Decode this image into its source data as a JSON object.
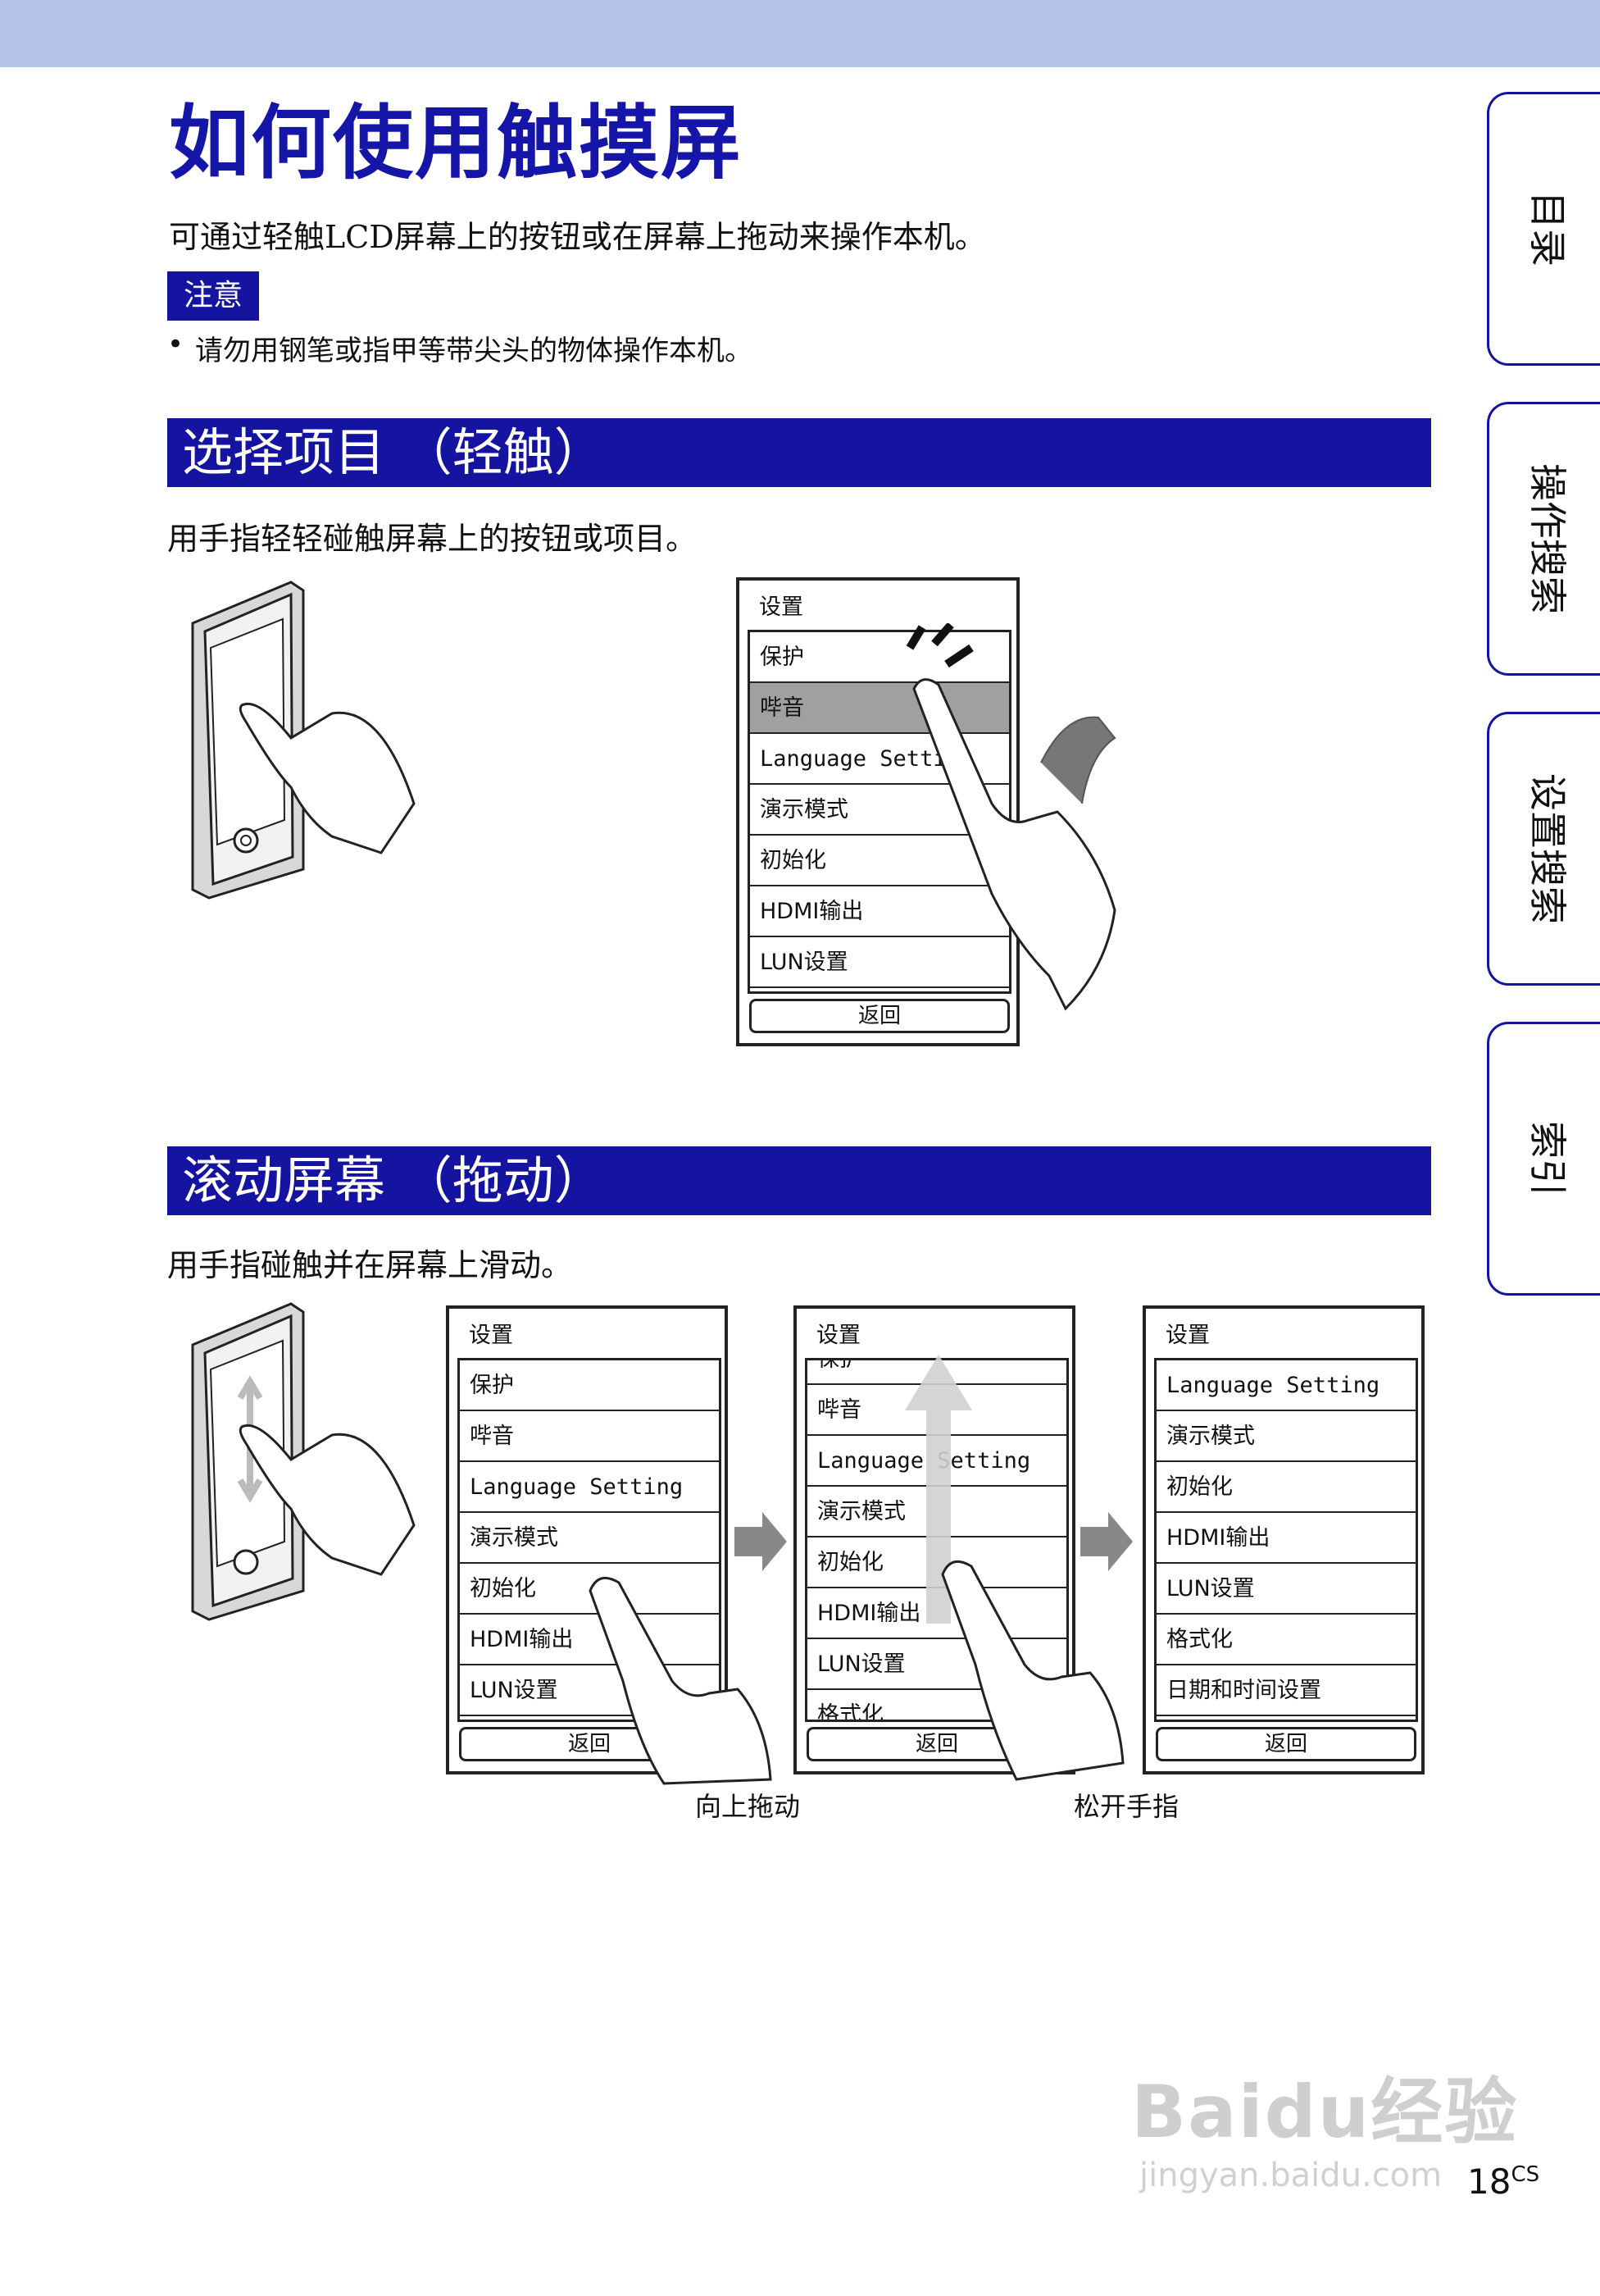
{
  "header": {
    "title": "如何使用触摸屏"
  },
  "intro": "可通过轻触LCD屏幕上的按钮或在屏幕上拖动来操作本机。",
  "note": {
    "badge": "注意",
    "bullet": "•",
    "text": "请勿用钢笔或指甲等带尖头的物体操作本机。"
  },
  "section1": {
    "heading": "选择项目 （轻触）",
    "text": "用手指轻轻碰触屏幕上的按钮或项目。",
    "screen": {
      "title": "设置",
      "items": [
        "保护",
        "哔音",
        "Language Setting",
        "演示模式",
        "初始化",
        "HDMI输出",
        "LUN设置"
      ],
      "back": "返回"
    }
  },
  "section2": {
    "heading": "滚动屏幕 （拖动）",
    "text": "用手指碰触并在屏幕上滑动。",
    "screens": [
      {
        "title": "设置",
        "items": [
          "保护",
          "哔音",
          "Language Setting",
          "演示模式",
          "初始化",
          "HDMI输出",
          "LUN设置"
        ],
        "back": "返回"
      },
      {
        "title": "设置",
        "items": [
          "保护",
          "哔音",
          "Language Setting",
          "演示模式",
          "初始化",
          "HDMI输出",
          "LUN设置",
          "格式化"
        ],
        "back": "返回"
      },
      {
        "title": "设置",
        "items": [
          "Language Setting",
          "演示模式",
          "初始化",
          "HDMI输出",
          "LUN设置",
          "格式化",
          "日期和时间设置"
        ],
        "back": "返回"
      }
    ],
    "caption_drag": "向上拖动",
    "caption_release": "松开手指"
  },
  "tabs": [
    "目录",
    "操作搜索",
    "设置搜索",
    "索引"
  ],
  "page": {
    "number": "18",
    "suffix": "CS"
  },
  "watermark": {
    "brand": "Baidu经验",
    "url": "jingyan.baidu.com"
  },
  "colors": {
    "accent": "#1414a0",
    "topbar": "#b3c3e9",
    "highlight": "#a0a0a0"
  }
}
